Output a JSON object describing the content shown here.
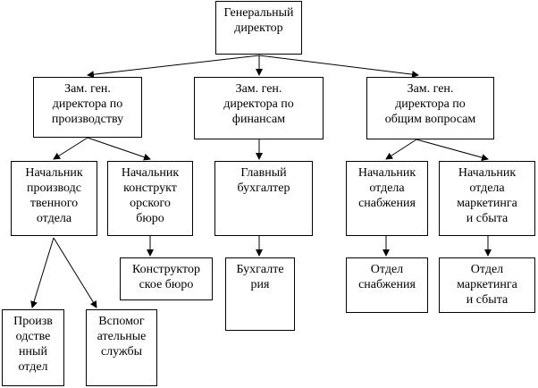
{
  "nodes": {
    "ceo": "Генеральный\nдиректор",
    "dep_production": "Зам. ген.\nдиректора по\nпроизводству",
    "dep_finance": "Зам. ген.\nдиректора по\nфинансам",
    "dep_general": "Зам. ген.\nдиректора по\nобщим вопросам",
    "head_production": "Начальник\nпроизводс\nтвенного\nотдела",
    "head_design": "Начальник\nконструкт\nорского\nбюро",
    "chief_accountant": "Главный\nбухгалтер",
    "head_supply": "Начальник\nотдела\nснабжения",
    "head_marketing": "Начальник\nотдела\nмаркетинга\nи сбыта",
    "design_bureau": "Конструктор\nское бюро",
    "accounting": "Бухгалте\nрия",
    "supply_dept": "Отдел\nснабжения",
    "marketing_dept": "Отдел\nмаркетинга\nи сбыта",
    "production_dept": "Произв\nодстве\nнный\nотдел",
    "aux_services": "Вспомог\nательные\nслужбы"
  }
}
